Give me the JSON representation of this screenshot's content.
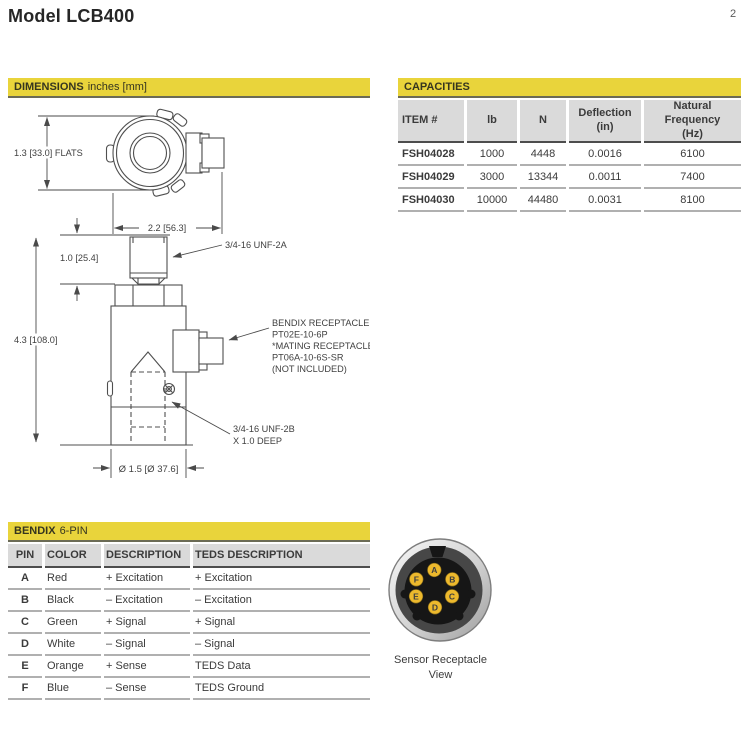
{
  "header": {
    "title": "Model LCB400",
    "page_number": "2"
  },
  "dimensions": {
    "bar_title": "DIMENSIONS",
    "bar_subtitle": "inches [mm]",
    "labels": {
      "flats": "1.3 [33.0] FLATS",
      "width": "2.2 [56.3]",
      "stud_height": "1.0 [25.4]",
      "total_height": "4.3 [108.0]",
      "thread_top": "3/4-16 UNF-2A",
      "receptacle": [
        "BENDIX RECEPTACLE",
        "PT02E-10-6P",
        "*MATING RECEPTACLE",
        "PT06A-10-6S-SR",
        "(NOT INCLUDED)"
      ],
      "thread_bottom": [
        "3/4-16 UNF-2B",
        "X 1.0 DEEP"
      ],
      "diameter": "Ø 1.5 [Ø 37.6]"
    }
  },
  "capacities": {
    "bar_title": "CAPACITIES",
    "columns": [
      {
        "line1": "ITEM #",
        "line2": ""
      },
      {
        "line1": "lb",
        "line2": ""
      },
      {
        "line1": "N",
        "line2": ""
      },
      {
        "line1": "Deflection",
        "line2": "(in)"
      },
      {
        "line1": "Natural Frequency",
        "line2": "(Hz)"
      }
    ],
    "rows": [
      [
        "FSH04028",
        "1000",
        "4448",
        "0.0016",
        "6100"
      ],
      [
        "FSH04029",
        "3000",
        "13344",
        "0.0011",
        "7400"
      ],
      [
        "FSH04030",
        "10000",
        "44480",
        "0.0031",
        "8100"
      ]
    ]
  },
  "bendix": {
    "bar_title": "BENDIX",
    "bar_subtitle": "6-PIN",
    "columns": [
      "PIN",
      "COLOR",
      "DESCRIPTION",
      "TEDS DESCRIPTION"
    ],
    "rows": [
      [
        "A",
        "Red",
        "+ Excitation",
        "+ Excitation"
      ],
      [
        "B",
        "Black",
        "– Excitation",
        "– Excitation"
      ],
      [
        "C",
        "Green",
        "+ Signal",
        "+ Signal"
      ],
      [
        "D",
        "White",
        "– Signal",
        "– Signal"
      ],
      [
        "E",
        "Orange",
        "+ Sense",
        "TEDS Data"
      ],
      [
        "F",
        "Blue",
        "– Sense",
        "TEDS Ground"
      ]
    ]
  },
  "receptacle_view": {
    "pins": [
      "A",
      "B",
      "C",
      "D",
      "E",
      "F"
    ],
    "caption": [
      "Sensor Receptacle",
      "View"
    ]
  },
  "colors": {
    "accent_yellow": "#E9D43B",
    "bar_border_olive": "#6B6B55",
    "table_header_gray": "#DADADA",
    "pin_yellow": "#EDB92D",
    "connector_face_black": "#161616",
    "connector_ring_gray": "#474747"
  }
}
